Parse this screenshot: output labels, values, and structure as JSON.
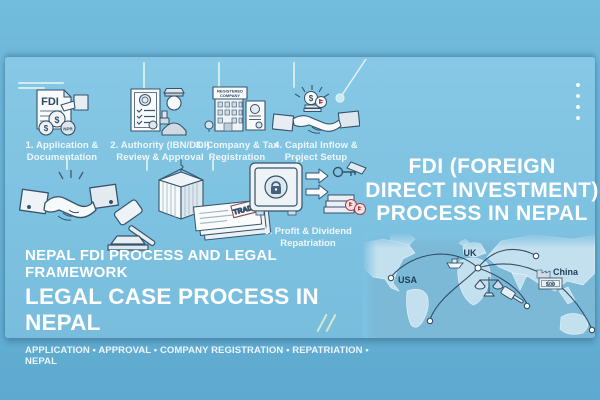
{
  "colors": {
    "background": "#6db6d9",
    "panel": "#7ec2e1",
    "icon_outline": "#35536b",
    "map_water": "#7bb9d7",
    "map_land": "#c3e0ee",
    "map_line": "#27475f",
    "text_light": "#ffffff"
  },
  "title": {
    "lines": [
      "FDI (FOREIGN",
      "DIRECT INVESTMENT)",
      "PROCESS IN NEPAL"
    ]
  },
  "steps": [
    {
      "label": "1. Application & Documentation"
    },
    {
      "label": "2. Authority (IBN/DOI) Review & Approval"
    },
    {
      "label": "3. Company & Tax Registration"
    },
    {
      "label": "4. Capital Inflow & Project Setup"
    },
    {
      "label": "5. Profit & Dividend Repatriation"
    }
  ],
  "icon_texts": {
    "fdi": "FDI",
    "dollar": "$",
    "npr": "NPR",
    "registered_line1": "REGISTERED",
    "registered_line2": "COMPANY",
    "trade": "TRADE",
    "bill": "500"
  },
  "footer": {
    "heading_small": "NEPAL FDI PROCESS AND LEGAL FRAMEWORK",
    "heading_large": "LEGAL CASE PROCESS IN NEPAL",
    "keywords": "APPLICATION • APPROVAL • COMPANY REGISTRATION • REPATRIATION • NEPAL"
  },
  "map": {
    "labels": {
      "uk": "UK",
      "usa": "USA",
      "china": "China"
    }
  }
}
